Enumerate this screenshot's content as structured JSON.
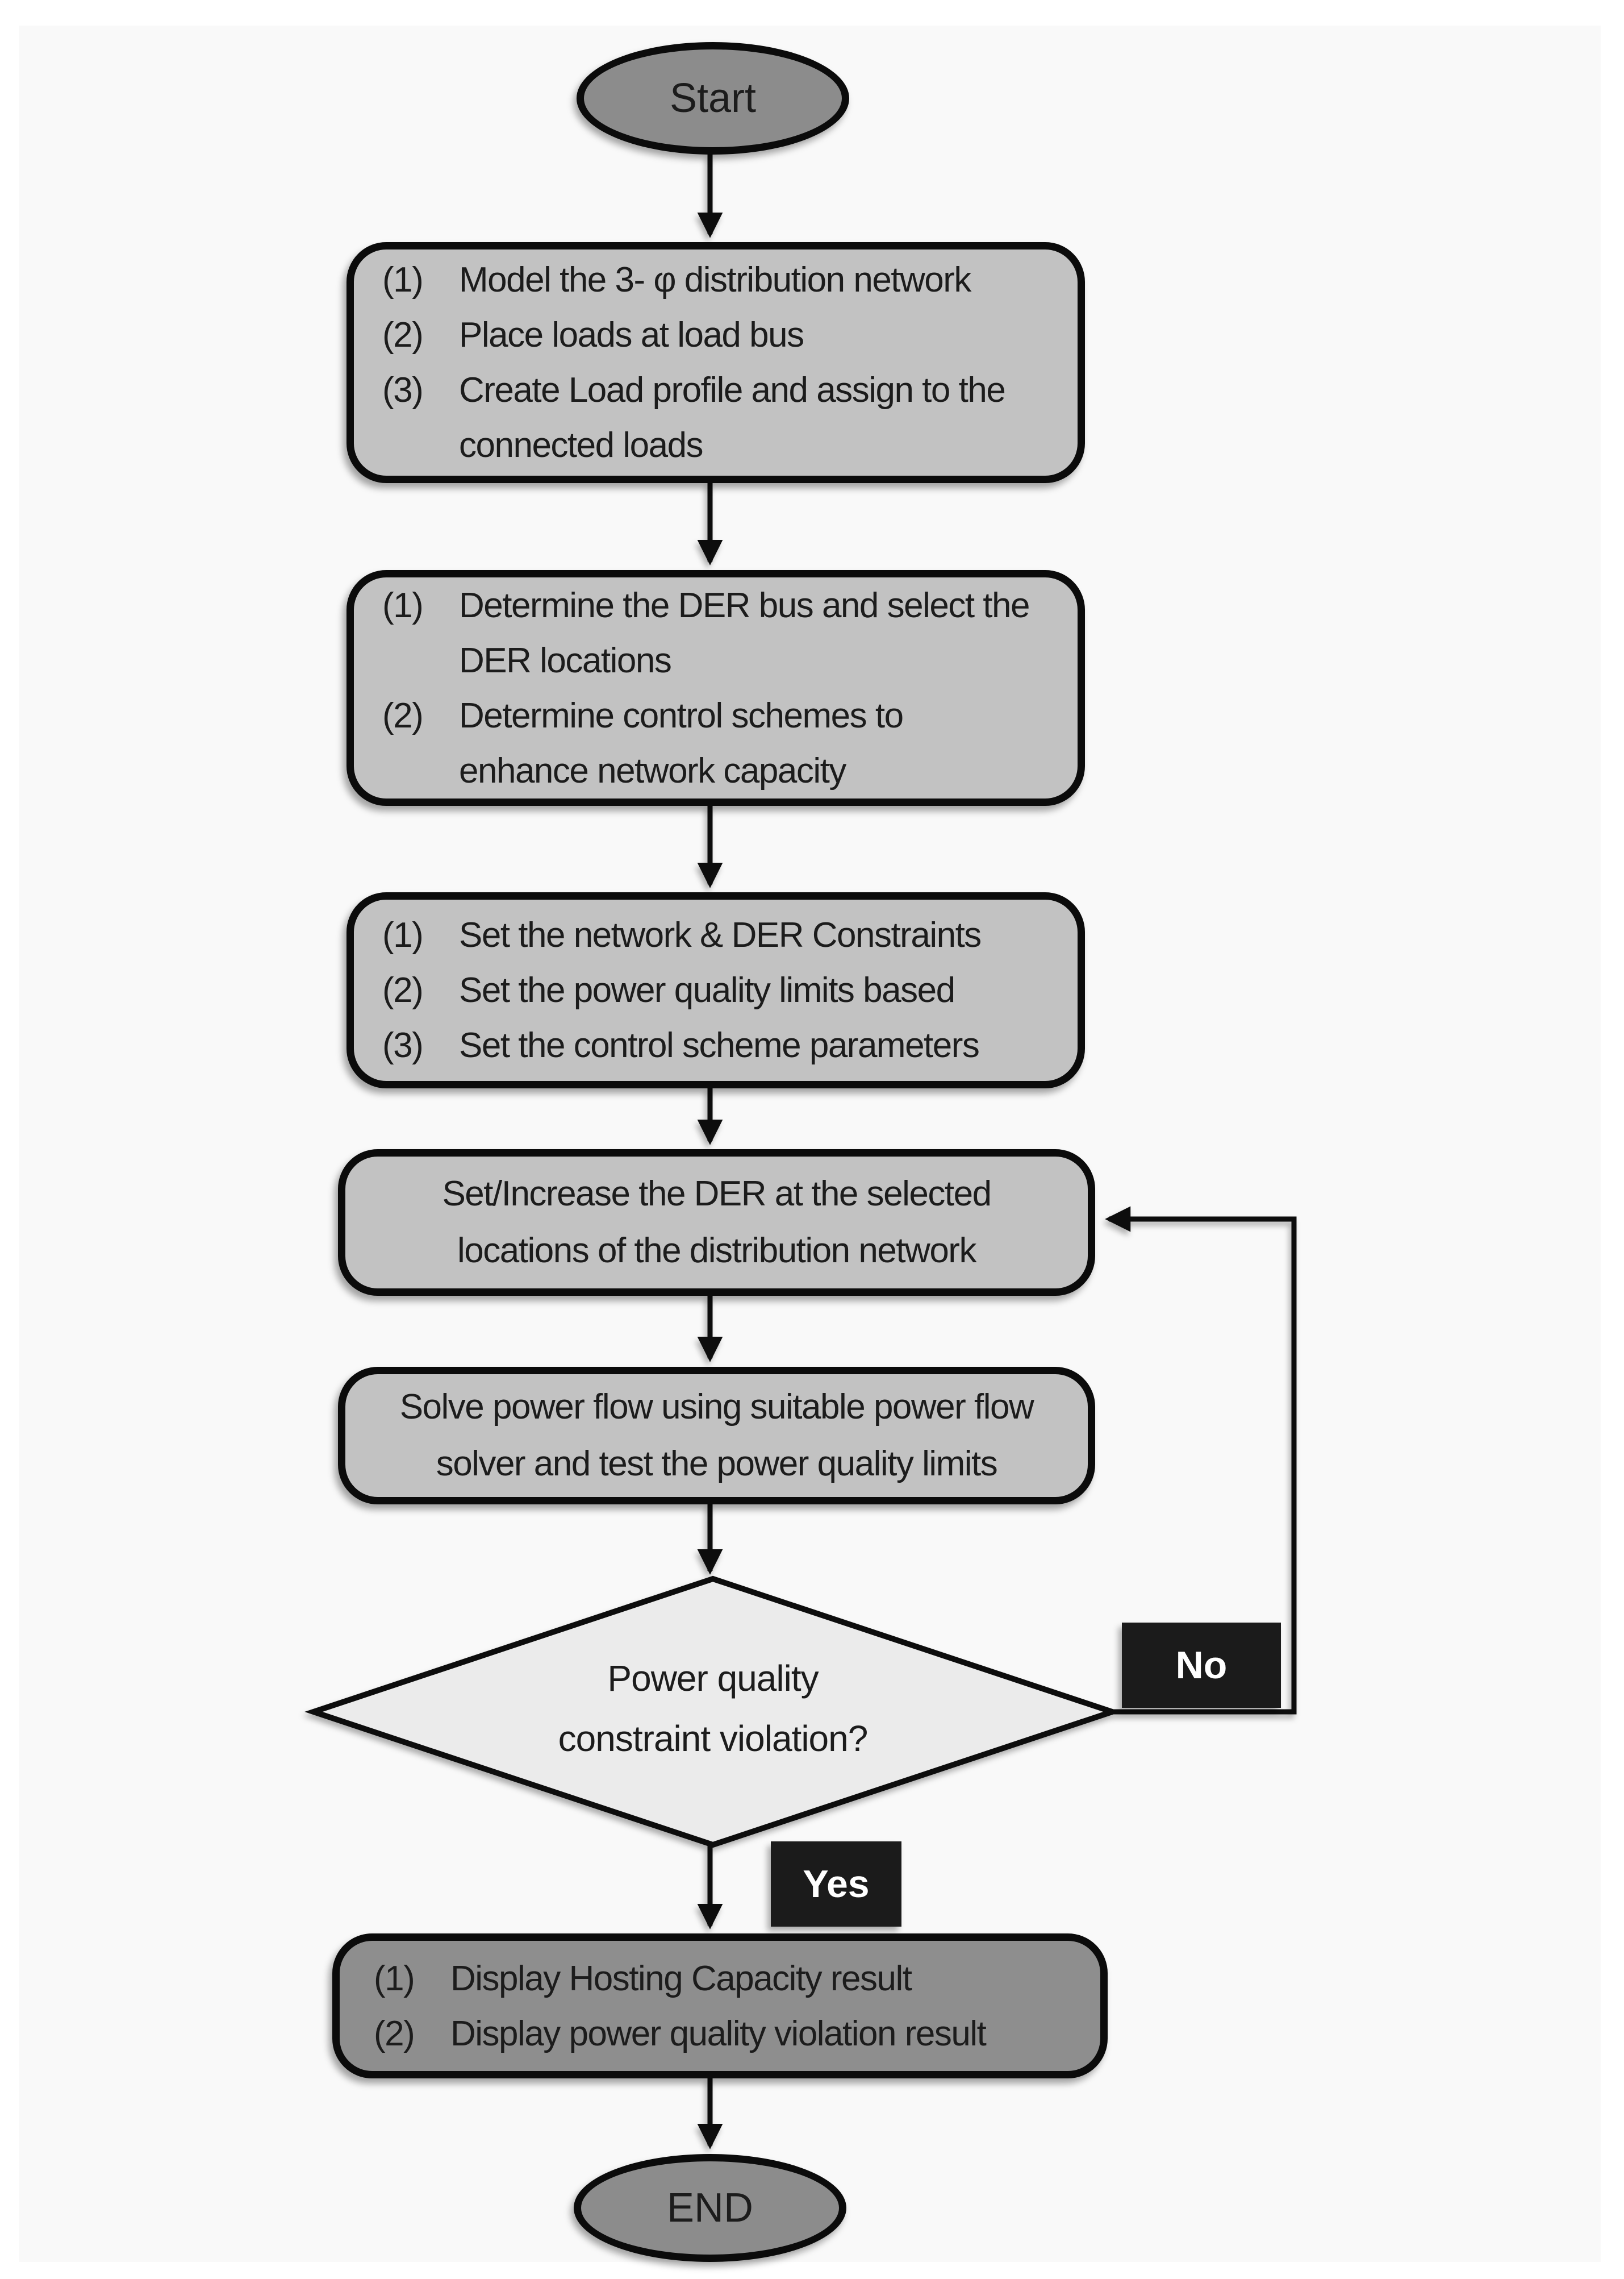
{
  "figure": {
    "start": "Start",
    "end": "END",
    "no": "No",
    "yes": "Yes",
    "decision": "Power quality\nconstraint violation?",
    "steps": {
      "model": {
        "items": [
          {
            "num": "(1)",
            "text": "Model the 3- φ distribution network"
          },
          {
            "num": "(2)",
            "text": "Place loads at load bus"
          },
          {
            "num": "(3)",
            "text": "Create Load profile and assign to the\nconnected loads"
          }
        ]
      },
      "der": {
        "items": [
          {
            "num": "(1)",
            "text": "Determine the DER bus and select the\nDER locations"
          },
          {
            "num": "(2)",
            "text": "Determine control schemes to\nenhance network capacity"
          }
        ]
      },
      "limits": {
        "items": [
          {
            "num": "(1)",
            "text": "Set the network & DER Constraints"
          },
          {
            "num": "(2)",
            "text": "Set the power quality limits based"
          },
          {
            "num": "(3)",
            "text": "Set the control scheme parameters"
          }
        ]
      },
      "set_der": "Set/Increase the DER at the selected\nlocations of the distribution network",
      "solve": "Solve power flow using suitable power flow\nsolver and test the power quality limits",
      "display": {
        "items": [
          {
            "num": "(1)",
            "text": "Display Hosting Capacity result"
          },
          {
            "num": "(2)",
            "text": "Display power quality violation result"
          }
        ]
      }
    },
    "colors": {
      "terminator_fill": "#8c8c8c",
      "process_fill": "#c2c2c2",
      "result_fill": "#8e8e8e",
      "decision_fill": "#ebebeb",
      "label_bg": "#1b1b1b",
      "label_text": "#ffffff",
      "line": "#0b0b0b",
      "panel_bg": "#f9f9f9"
    }
  }
}
